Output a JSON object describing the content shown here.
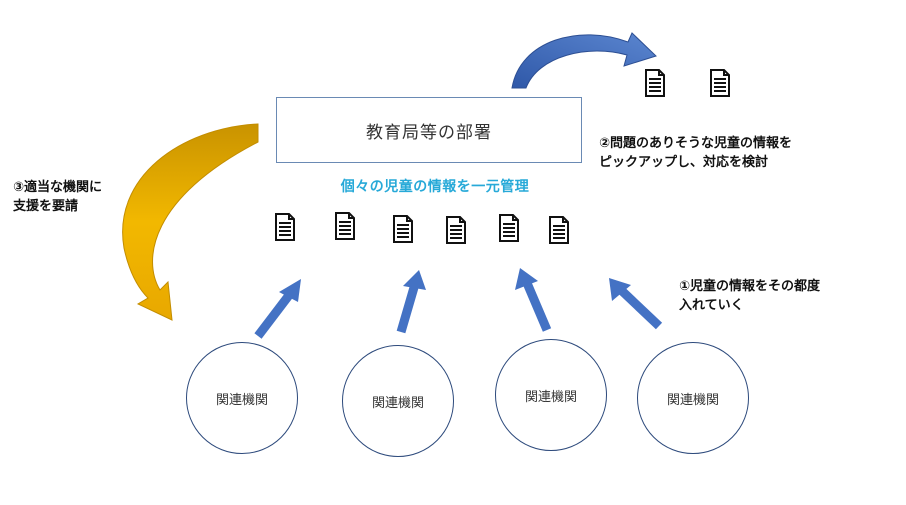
{
  "department": {
    "label": "教育局等の部署"
  },
  "central_label": "個々の児童の情報を一元管理",
  "notes": {
    "step1": [
      "①児童の情報をその都度",
      "入れていく"
    ],
    "step2": [
      "②問題のありそうな児童の情報を",
      "ピックアップし、対応を検討"
    ],
    "step3": [
      "③適当な機関に",
      "支援を要請"
    ]
  },
  "agencies": [
    {
      "label": "関連機関"
    },
    {
      "label": "関連機関"
    },
    {
      "label": "関連機関"
    },
    {
      "label": "関連機関"
    }
  ],
  "icons": {
    "document": "document-icon"
  },
  "colors": {
    "box_border": "#6a8ab4",
    "central_label": "#27a9d8",
    "blue_arrow": "#4472c4",
    "curved_blue_arrow": "#3a63b0",
    "gold_arrow": "#e0a400",
    "circle_border": "#2d4a7c"
  }
}
